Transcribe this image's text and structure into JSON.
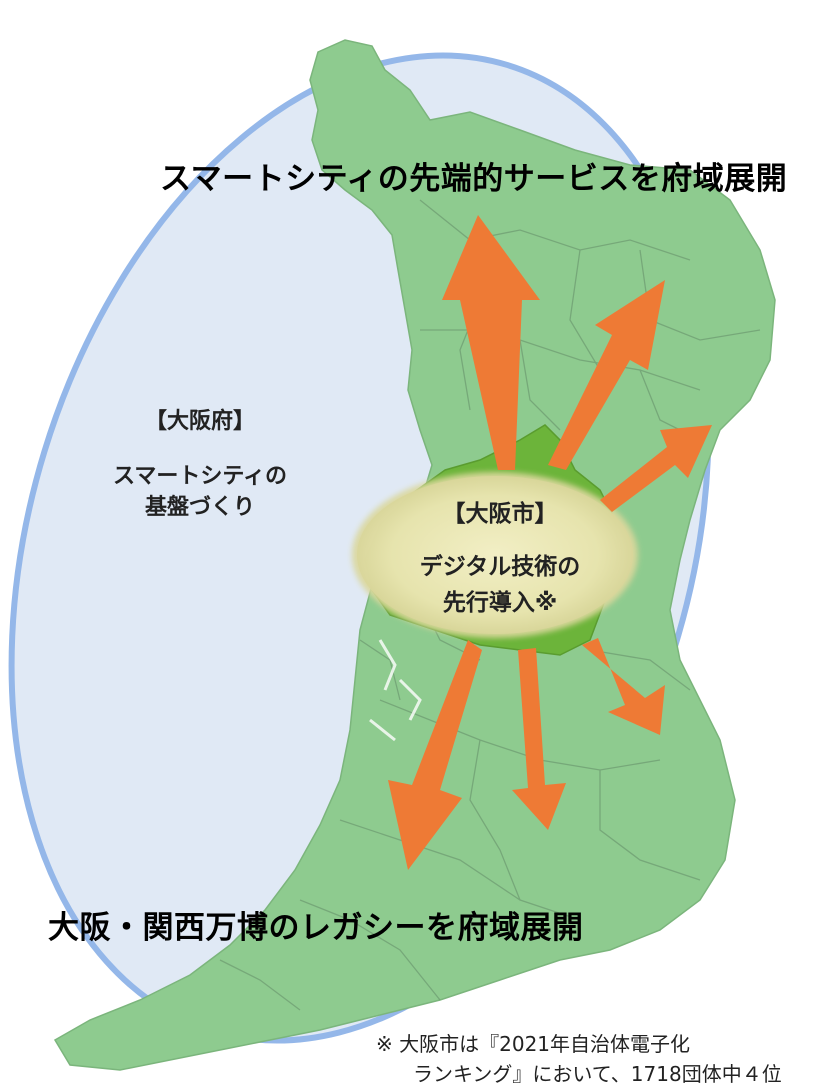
{
  "headings": {
    "top": "スマートシティの先端的サービスを府域展開",
    "bottom": "大阪・関西万博のレガシーを府域展開"
  },
  "prefecture": {
    "bracket": "【大阪府】",
    "line1": "スマートシティの",
    "line2": "基盤づくり"
  },
  "city": {
    "bracket": "【大阪市】",
    "line1": "デジタル技術の",
    "line2": "先行導入※"
  },
  "footnote": {
    "line1": "※  大阪市は『2021年自治体電子化",
    "line2": "ランキング』において、1718団体中４位"
  },
  "colors": {
    "map_fill": "#8ecb8f",
    "city_fill": "#6cb43a",
    "ellipse_fill": "#dfe8f5",
    "ellipse_stroke": "#8fb4e8",
    "arrow": "#ee7a35",
    "city_oval": "#ece9b6"
  }
}
